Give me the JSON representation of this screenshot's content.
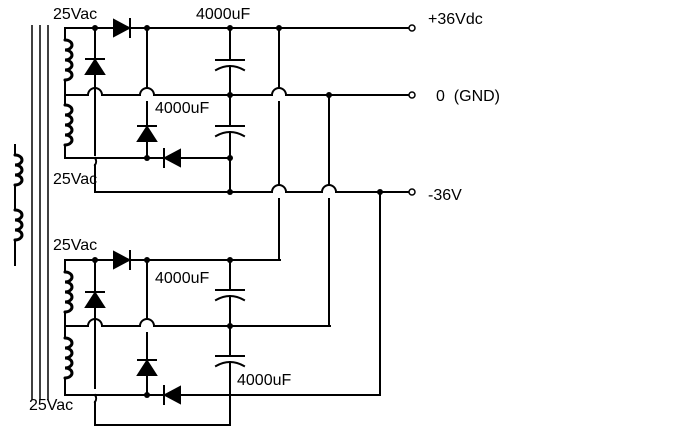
{
  "labels": {
    "secondary_1_top": "25Vac",
    "secondary_1_bottom": "25Vac",
    "secondary_2_top": "25Vac",
    "secondary_2_bottom": "25Vac",
    "cap_1": "4000uF",
    "cap_2": "4000uF",
    "cap_3": "4000uF",
    "cap_4": "4000uF"
  },
  "terminals": {
    "positive": "+36Vdc",
    "ground": "0  (GND)",
    "negative": "-36V"
  }
}
